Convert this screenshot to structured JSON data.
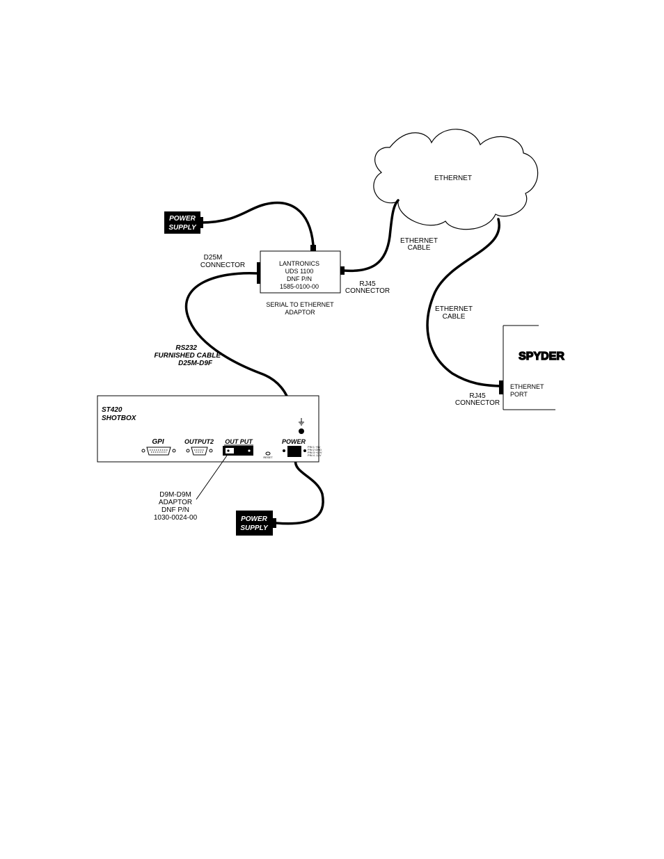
{
  "ethernet_cloud": {
    "label": "ETHERNET"
  },
  "power_supply_top": {
    "line1": "POWER",
    "line2": "SUPPLY"
  },
  "power_supply_bottom": {
    "line1": "POWER",
    "line2": "SUPPLY"
  },
  "adaptor_box": {
    "line1": "LANTRONICS",
    "line2": "UDS 1100",
    "line3": "DNF P/N",
    "line4": "1585-0100-00",
    "caption_line1": "SERIAL TO ETHERNET",
    "caption_line2": "ADAPTOR"
  },
  "d25m_label": {
    "line1": "D25M",
    "line2": "CONNECTOR"
  },
  "rj45_adaptor_label": {
    "line1": "RJ45",
    "line2": "CONNECTOR"
  },
  "ethernet_cable_top": {
    "line1": "ETHERNET",
    "line2": "CABLE"
  },
  "ethernet_cable_right": {
    "line1": "ETHERNET",
    "line2": "CABLE"
  },
  "rs232_label": {
    "line1": "RS232",
    "line2": "FURNISHED CABLE",
    "line3": "D25M-D9F"
  },
  "spyder": {
    "title": "SPYDER",
    "port_line1": "ETHERNET",
    "port_line2": "PORT"
  },
  "rj45_spyder_label": {
    "line1": "RJ45",
    "line2": "CONNECTOR"
  },
  "shotbox": {
    "title_line1": "ST420",
    "title_line2": "SHOTBOX",
    "gpi": "GPI",
    "output2": "OUTPUT2",
    "output": "OUT PUT",
    "power": "POWER",
    "reset": "RESET",
    "pin1": "PIN 1 +5V",
    "pin2": "PIN 2 GND",
    "pin3": "PIN 3 +12V",
    "pin4": "PIN 4 -12V"
  },
  "d9m_label": {
    "line1": "D9M-D9M",
    "line2": "ADAPTOR",
    "line3": "DNF P/N",
    "line4": "1030-0024-00"
  }
}
